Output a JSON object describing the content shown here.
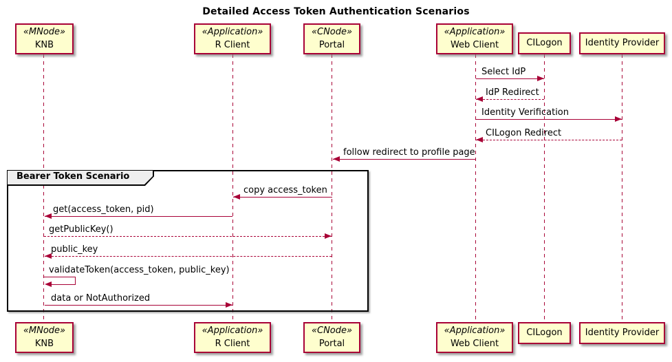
{
  "title": "Detailed Access Token Authentication Scenarios",
  "participants": [
    {
      "stereotype": "«MNode»",
      "name": "KNB"
    },
    {
      "stereotype": "«Application»",
      "name": "R Client"
    },
    {
      "stereotype": "«CNode»",
      "name": "Portal"
    },
    {
      "stereotype": "«Application»",
      "name": "Web Client"
    },
    {
      "stereotype": "",
      "name": "CILogon"
    },
    {
      "stereotype": "",
      "name": "Identity Provider"
    }
  ],
  "frame": {
    "label": "Bearer Token Scenario"
  },
  "messages": [
    {
      "label": "Select IdP",
      "from": "Web Client",
      "to": "CILogon",
      "style": "solid"
    },
    {
      "label": "IdP Redirect",
      "from": "CILogon",
      "to": "Web Client",
      "style": "dashed"
    },
    {
      "label": "Identity Verification",
      "from": "Web Client",
      "to": "Identity Provider",
      "style": "solid"
    },
    {
      "label": "CILogon Redirect",
      "from": "Identity Provider",
      "to": "Web Client",
      "style": "dashed"
    },
    {
      "label": "follow redirect to profile page",
      "from": "Web Client",
      "to": "Portal",
      "style": "solid"
    },
    {
      "label": "copy access_token",
      "from": "Portal",
      "to": "R Client",
      "style": "solid"
    },
    {
      "label": "get(access_token, pid)",
      "from": "R Client",
      "to": "KNB",
      "style": "solid"
    },
    {
      "label": "getPublicKey()",
      "from": "KNB",
      "to": "Portal",
      "style": "dashed"
    },
    {
      "label": "public_key",
      "from": "Portal",
      "to": "KNB",
      "style": "dashed"
    },
    {
      "label": "validateToken(access_token, public_key)",
      "from": "KNB",
      "to": "KNB",
      "style": "solid"
    },
    {
      "label": "data or NotAuthorized",
      "from": "KNB",
      "to": "R Client",
      "style": "solid"
    }
  ],
  "colors": {
    "participant_fill": "#FEFECE",
    "participant_border": "#A80036",
    "arrow": "#A80036",
    "frame_border": "#000000",
    "frame_tab_fill": "#EEEEEE",
    "background": "#FFFFFF"
  }
}
